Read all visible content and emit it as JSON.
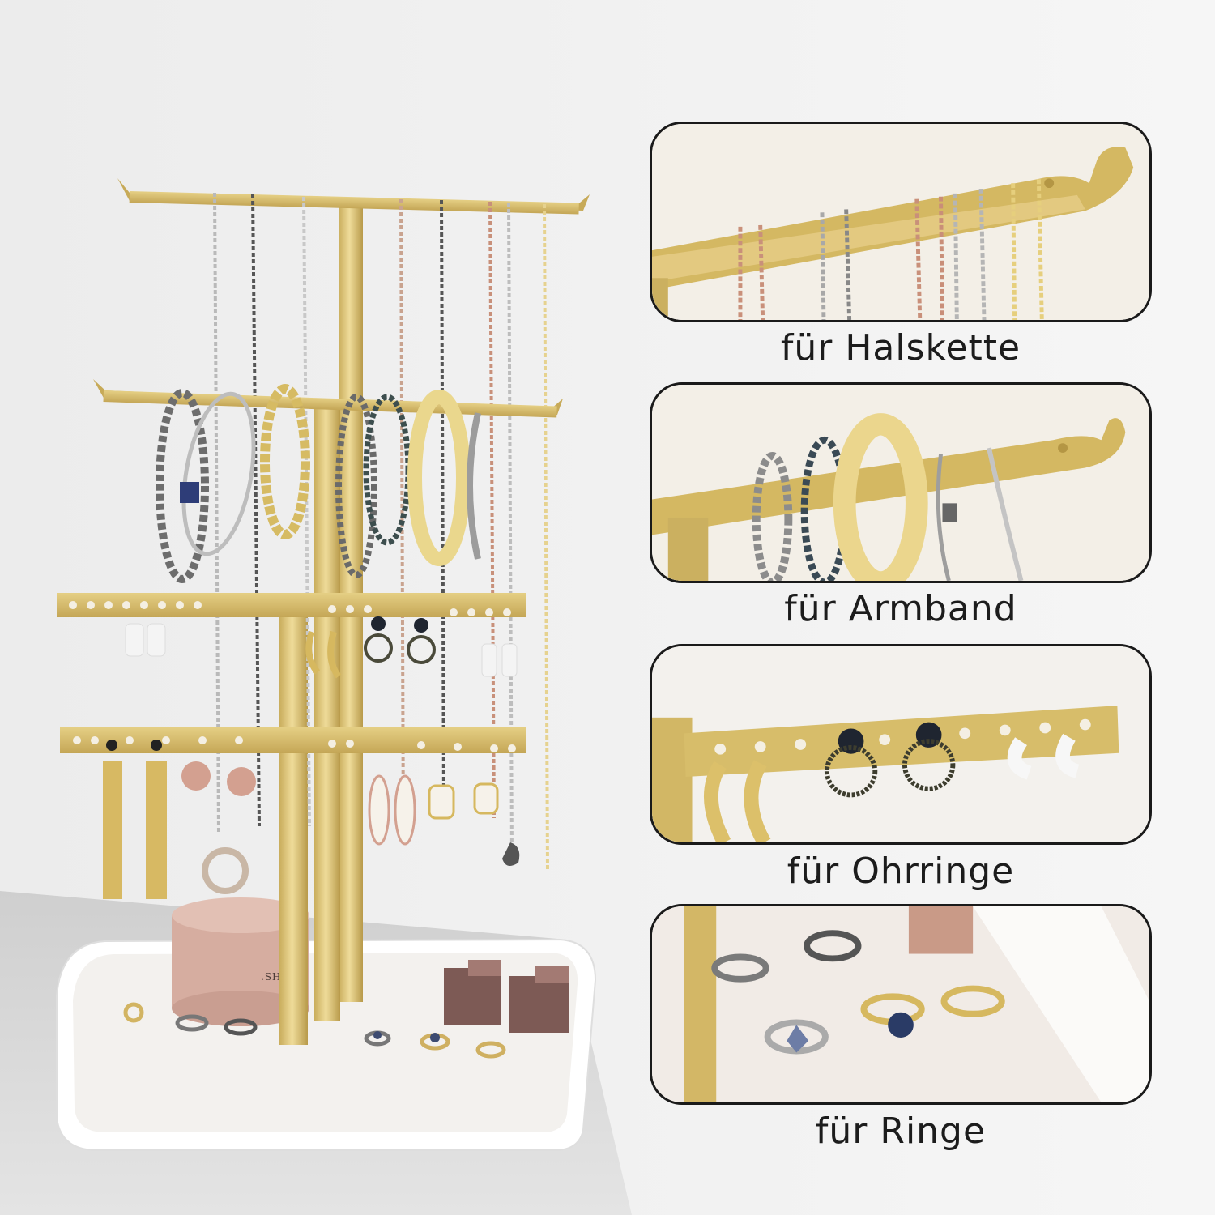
{
  "colors": {
    "gold": "#d7bd6a",
    "gold_dark": "#b89a4a",
    "tray": "#f7f5f2",
    "rose_box": "#d8b3a6",
    "wall": "#f2f2f2",
    "table": "#d9d9d9",
    "panel_border": "#1a1a1a"
  },
  "stand": {
    "box_label": ".SH  HI"
  },
  "panels": [
    {
      "caption": "für Halskette",
      "icon": "necklace-closeup"
    },
    {
      "caption": "für Armband",
      "icon": "bracelet-closeup"
    },
    {
      "caption": "für Ohrringe",
      "icon": "earring-closeup"
    },
    {
      "caption": "für Ringe",
      "icon": "ring-closeup"
    }
  ]
}
